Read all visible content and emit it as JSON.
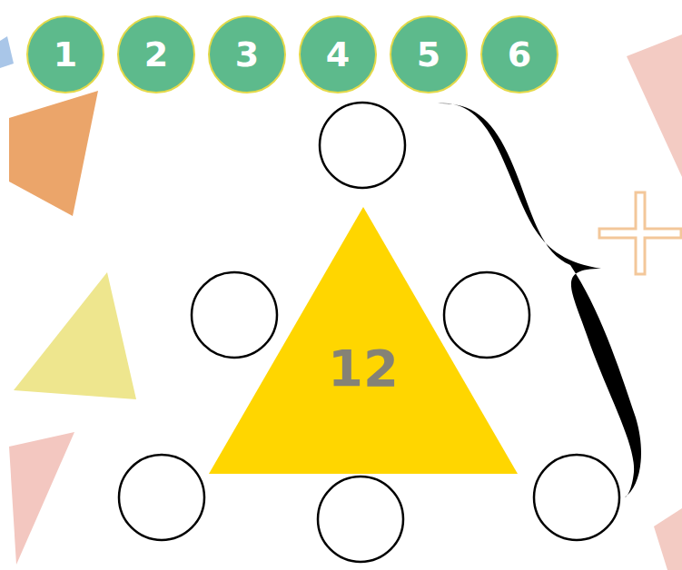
{
  "diagram": {
    "nodes": [
      {
        "text": [
          "1"
        ]
      },
      {
        "text": [
          "2"
        ]
      },
      {
        "text": [
          "3"
        ]
      },
      {
        "text": [
          "4"
        ]
      },
      {
        "text": [
          "5"
        ]
      },
      {
        "text": [
          "6"
        ]
      },
      {
        "text": [
          "12"
        ]
      }
    ]
  }
}
